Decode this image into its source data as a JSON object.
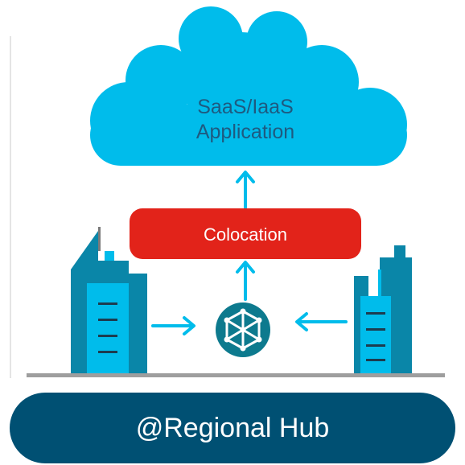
{
  "cloud": {
    "line1": "SaaS/IaaS",
    "line2": "Application",
    "icon": "cloud-icon"
  },
  "colocation": {
    "label": "Colocation"
  },
  "hub_node": {
    "icon": "network-hub-icon"
  },
  "footer": {
    "label": "@Regional Hub"
  },
  "colors": {
    "cloud_fill": "#00bceb",
    "cloud_text": "#1e5a80",
    "colocation_fill": "#e2231a",
    "hub_node_fill": "#0d7a8e",
    "building_light": "#00bceb",
    "building_dark": "#0a86a8",
    "footer_fill": "#005073",
    "ground_line": "#9e9e9e"
  }
}
